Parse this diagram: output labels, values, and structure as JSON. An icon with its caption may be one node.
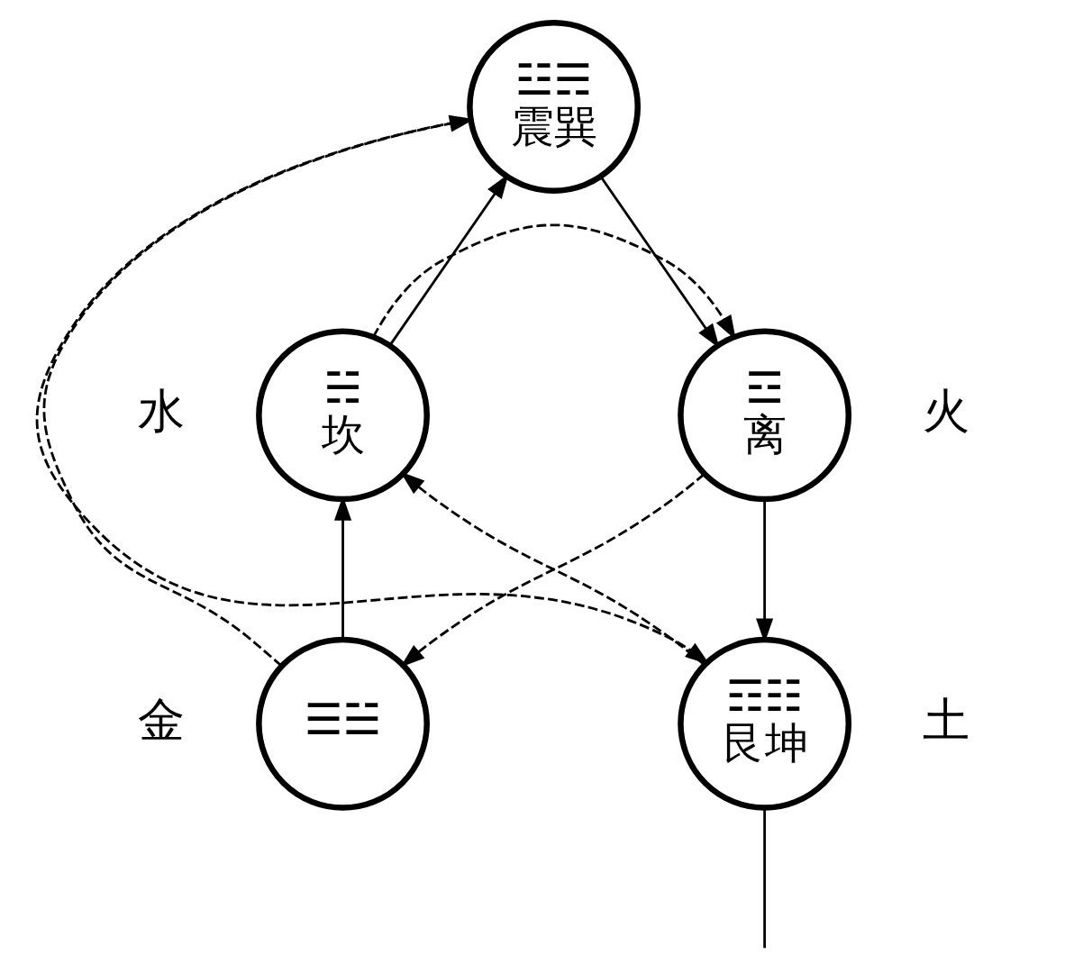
{
  "diagram": {
    "nodes": [
      {
        "text": [
          "☳☴",
          "震巽"
        ]
      },
      {
        "text": [
          "☵",
          "坎"
        ],
        "beside": [
          "水"
        ]
      },
      {
        "text": [
          "☲",
          "离"
        ],
        "beside": [
          "火"
        ]
      },
      {
        "text": [
          "☰☱"
        ],
        "beside": [
          "金"
        ]
      },
      {
        "text": [
          "☶☷",
          "艮坤"
        ],
        "beside": [
          "土"
        ]
      }
    ],
    "edges": [
      {
        "from": 1,
        "to": 0,
        "arrow": "to"
      },
      {
        "from": 0,
        "to": 2,
        "arrow": "to"
      },
      {
        "from": 2,
        "to": 4,
        "arrow": "to"
      },
      {
        "from": 3,
        "to": 1,
        "arrow": "to"
      },
      {
        "from": 4,
        "to": null,
        "arrow": "none"
      },
      {
        "from": 1,
        "to": 2,
        "arrow": "to",
        "style": "dashed"
      },
      {
        "from": 2,
        "to": 3,
        "arrow": "to",
        "style": "dashed"
      },
      {
        "from": 3,
        "to": 0,
        "arrow": "to",
        "style": "dashed"
      },
      {
        "from": 0,
        "to": 4,
        "arrow": "to",
        "style": "dashed"
      },
      {
        "from": 4,
        "to": 1,
        "arrow": "to",
        "style": "dashed"
      }
    ]
  }
}
